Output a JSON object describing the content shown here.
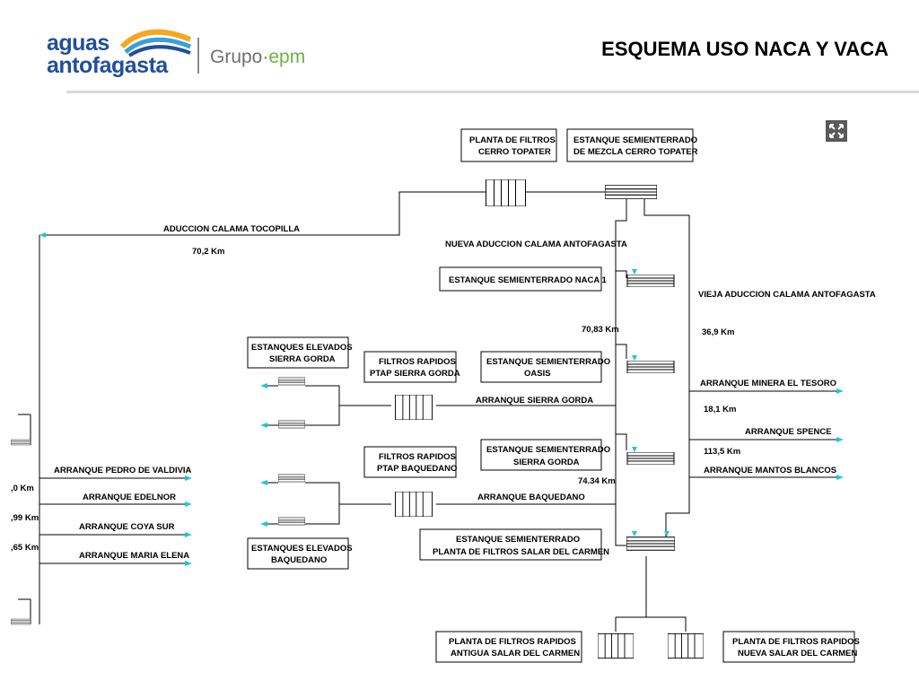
{
  "header": {
    "brand_line1": "aguas",
    "brand_line2": "antofagasta",
    "group_prefix": "Grupo·",
    "group_suffix": "epm",
    "title": "ESQUEMA USO NACA Y VACA",
    "colors": {
      "brand_blue": "#1f4f9c",
      "brand_green": "#6cb33f",
      "wave_orange": "#f5a623",
      "arrow_cyan": "#20c4e0"
    }
  },
  "diagram": {
    "boxes": {
      "topater_filter": [
        "PLANTA DE FILTROS",
        "CERRO TOPATER"
      ],
      "topater_tank": [
        "ESTANQUE SEMIENTERRADO",
        "DE MEZCLA CERRO TOPATER"
      ],
      "naca1": [
        "ESTANQUE SEMIENTERRADO NACA 1"
      ],
      "oasis": [
        "ESTANQUE SEMIENTERRADO",
        "OASIS"
      ],
      "sierra_gorda_tank": [
        "ESTANQUE SEMIENTERRADO",
        "SIERRA GORDA"
      ],
      "salar_tank": [
        "ESTANQUE SEMIENTERRADO",
        "PLANTA DE FILTROS SALAR DEL CARMEN"
      ],
      "elevados_sg": [
        "ESTANQUES ELEVADOS",
        "SIERRA GORDA"
      ],
      "filtros_sg": [
        "FILTROS RAPIDOS",
        "PTAP SIERRA GORDA"
      ],
      "filtros_bq": [
        "FILTROS RAPIDOS",
        "PTAP BAQUEDANO"
      ],
      "elevados_bq": [
        "ESTANQUES ELEVADOS",
        "BAQUEDANO"
      ],
      "antigua": [
        "PLANTA DE FILTROS RAPIDOS",
        "ANTIGUA SALAR DEL CARMEN"
      ],
      "nueva": [
        "PLANTA DE FILTROS RAPIDOS",
        "NUEVA SALAR DEL CARMEN"
      ]
    },
    "labels": {
      "aduccion_tocopilla": "ADUCCION CALAMA TOCOPILLA",
      "km_70_2": "70,2 Km",
      "nueva_aduccion": "NUEVA ADUCCION CALAMA ANTOFAGASTA",
      "vieja_aduccion": "VIEJA ADUCCION CALAMA ANTOFAGASTA",
      "km_70_83": "70,83 Km",
      "km_36_9": "36,9 Km",
      "km_74_34": "74.34 Km",
      "km_18_1": "18,1 Km",
      "km_113_5": "113,5 Km",
      "arranque_sierra_gorda": "ARRANQUE SIERRA GORDA",
      "arranque_baquedano": "ARRANQUE BAQUEDANO",
      "arranque_tesoro": "ARRANQUE MINERA EL TESORO",
      "arranque_spence": "ARRANQUE SPENCE",
      "arranque_mantos": "ARRANQUE MANTOS BLANCOS",
      "arranque_pedro": "ARRANQUE PEDRO DE VALDIVIA",
      "arranque_edelnor": "ARRANQUE EDELNOR",
      "arranque_coya": "ARRANQUE COYA SUR",
      "arranque_maria": "ARRANQUE MARIA ELENA",
      "km_left_1": ",0 Km",
      "km_left_2": ",99 Km",
      "km_left_3": ",65 Km"
    }
  },
  "controls": {
    "expand_icon": "expand-arrows-icon"
  }
}
